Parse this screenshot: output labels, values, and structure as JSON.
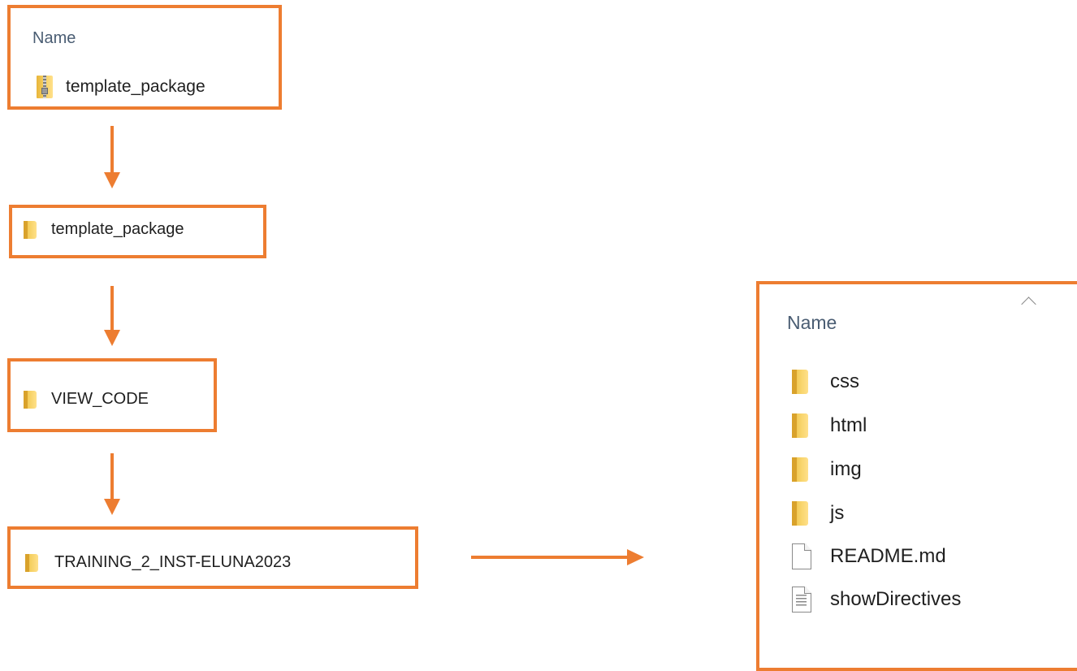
{
  "colors": {
    "accent": "#ed7d31",
    "header_text": "#4a5d73",
    "text": "#1f1f1f"
  },
  "step1": {
    "header": "Name",
    "item": {
      "label": "template_package",
      "icon": "zip-folder-icon"
    }
  },
  "step2": {
    "item": {
      "label": "template_package",
      "icon": "folder-icon"
    }
  },
  "step3": {
    "item": {
      "label": "VIEW_CODE",
      "icon": "folder-icon"
    }
  },
  "step4": {
    "item": {
      "label": "TRAINING_2_INST-ELUNA2023",
      "icon": "folder-icon"
    }
  },
  "result": {
    "header": "Name",
    "items": [
      {
        "label": "css",
        "icon": "folder-icon"
      },
      {
        "label": "html",
        "icon": "folder-icon"
      },
      {
        "label": "img",
        "icon": "folder-icon"
      },
      {
        "label": "js",
        "icon": "folder-icon"
      },
      {
        "label": "README.md",
        "icon": "file-icon"
      },
      {
        "label": "showDirectives",
        "icon": "text-file-icon"
      }
    ]
  }
}
